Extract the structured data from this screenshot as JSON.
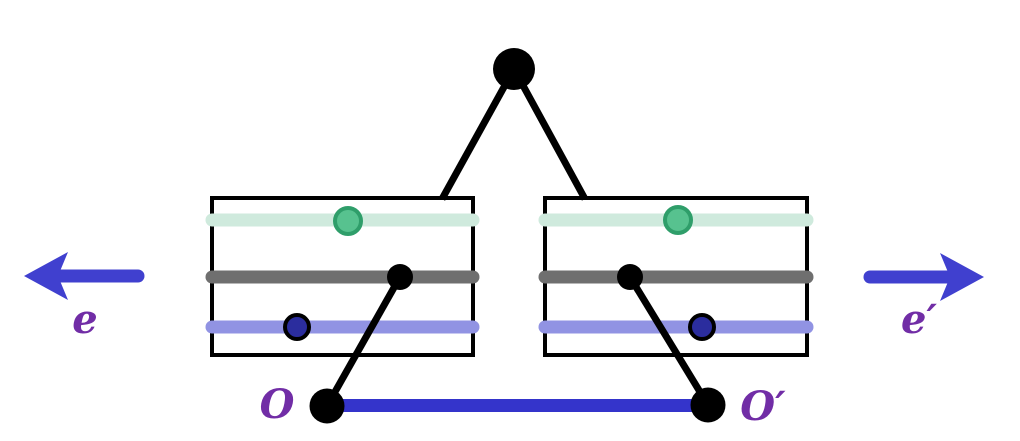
{
  "diagram": {
    "labels": {
      "left_direction": "e",
      "right_direction": "e′",
      "left_origin": "O",
      "right_origin": "O′"
    },
    "colors": {
      "edge_black": "#000000",
      "direction_blue": "#4040cf",
      "baseline_blue": "#3434cb",
      "label_purple": "#712da6",
      "mint_bar": "#cfeadd",
      "gray_bar": "#6f6f6f",
      "periwinkle_bar": "#9193e3",
      "teal_dot_fill": "#57c28f",
      "teal_dot_stroke": "#2f9e6a",
      "navy_dot_fill": "#2b2d9e"
    }
  }
}
